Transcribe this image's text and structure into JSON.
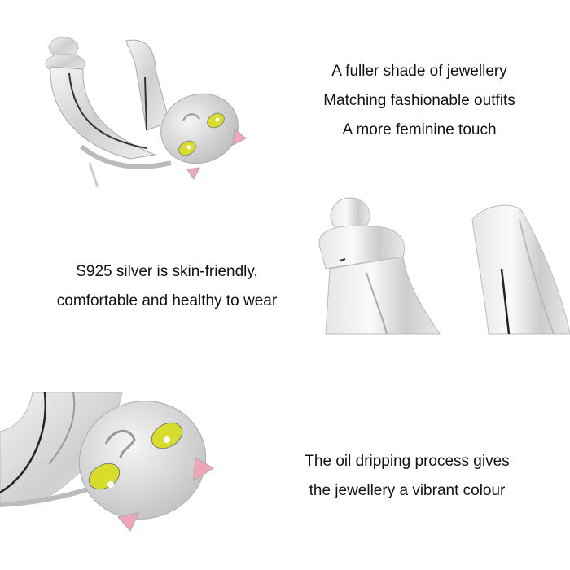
{
  "sections": [
    {
      "id": "top",
      "caption_lines": [
        "A fuller shade of jewellery",
        "Matching fashionable outfits",
        "A more feminine touch"
      ],
      "image": "silver-cat-ring-side-view"
    },
    {
      "id": "middle",
      "caption_lines": [
        "S925 silver is skin-friendly,",
        "comfortable and healthy to wear"
      ],
      "image": "silver-ring-band-closeup"
    },
    {
      "id": "bottom",
      "caption_lines": [
        "The oil dripping process gives",
        "the jewellery a vibrant colour"
      ],
      "image": "silver-cat-face-closeup"
    }
  ],
  "colors": {
    "background": "#ffffff",
    "text": "#111111",
    "silver": "#d9d9d9",
    "eye_enamel": "#d8dc2a",
    "ear_enamel": "#f0a6b6"
  }
}
